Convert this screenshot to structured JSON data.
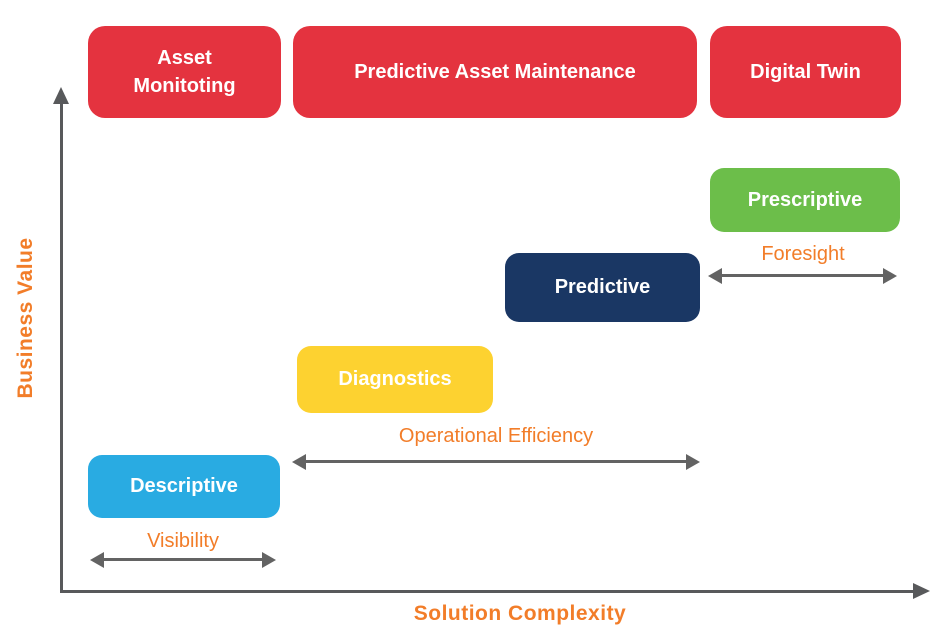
{
  "colors": {
    "band_red": "#E4333F",
    "descriptive_blue": "#29ABE2",
    "diagnostics_yellow": "#FDD230",
    "predictive_navy": "#1A3764",
    "prescriptive_green": "#6CBE4A",
    "accent_orange": "#F27D29",
    "range_arrow_gray": "#636363",
    "axis_gray": "#58595B"
  },
  "bands": [
    {
      "label": "Asset Monitoting"
    },
    {
      "label": "Predictive Asset Maintenance"
    },
    {
      "label": "Digital Twin"
    }
  ],
  "stages": [
    {
      "label": "Descriptive"
    },
    {
      "label": "Diagnostics"
    },
    {
      "label": "Predictive"
    },
    {
      "label": "Prescriptive"
    }
  ],
  "ranges": [
    {
      "label": "Visibility"
    },
    {
      "label": "Operational Efficiency"
    },
    {
      "label": "Foresight"
    }
  ],
  "axes": {
    "y_label": "Business Value",
    "x_label": "Solution Complexity"
  }
}
